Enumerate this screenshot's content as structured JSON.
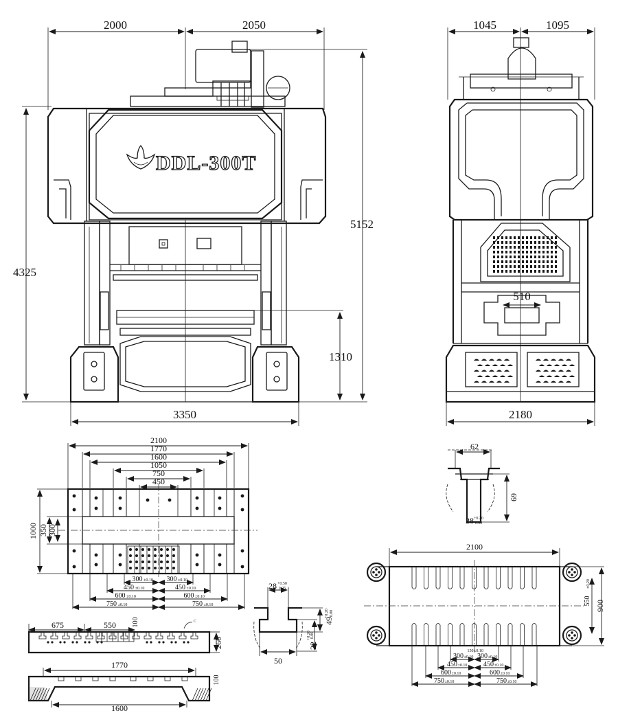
{
  "brand": {
    "model": "DDL-300T"
  },
  "front_view": {
    "width_left": "2000",
    "width_right": "2050",
    "total_height": "5152",
    "floor_to_top": "4325",
    "bed_height": "1310",
    "base_width": "3350"
  },
  "side_view": {
    "width_left": "1045",
    "width_right": "1095",
    "opening": "510",
    "base_width": "2180"
  },
  "bolster_top": {
    "widths": [
      "2100",
      "1770",
      "1600",
      "1050",
      "750",
      "450"
    ],
    "depth": "1000",
    "slot_a": "350",
    "slot_b": "300",
    "bottom_dims": [
      {
        "left": "300",
        "right": "300"
      },
      {
        "left": "450",
        "right": "450"
      },
      {
        "left": "600",
        "right": "600"
      },
      {
        "left": "750",
        "right": "750"
      }
    ],
    "tolerance": "±0.10"
  },
  "bolster_front": {
    "left": "675",
    "mid": "550",
    "thickness": "260",
    "step": "100"
  },
  "bolster_bottom": {
    "top": "1770",
    "bottom": "1600",
    "step": "100"
  },
  "tslot_small": {
    "width": "62",
    "height": "69",
    "neck": "28",
    "neck_tol_up": "+0.20",
    "neck_tol_low": "0.00"
  },
  "tslot_large": {
    "neck": "28",
    "neck_tol_up": "+0.50",
    "neck_tol_low": "0.25",
    "head": "49",
    "head_tol_up": "+0.20",
    "head_tol_low": "0.00",
    "depth": "22",
    "depth_tol_up": "+0.20",
    "depth_tol_low": "0.00",
    "width": "50"
  },
  "slide_plate": {
    "width": "2100",
    "depth": "900",
    "center": "550",
    "center_tol": "±0.20",
    "inner_small": "150",
    "inner_small_tol": "±0.10",
    "bottom_dims": [
      {
        "left": "300",
        "right": "300"
      },
      {
        "left": "450",
        "right": "450"
      },
      {
        "left": "600",
        "right": "600"
      },
      {
        "left": "750",
        "right": "750"
      }
    ],
    "tolerance": "±0.10"
  }
}
